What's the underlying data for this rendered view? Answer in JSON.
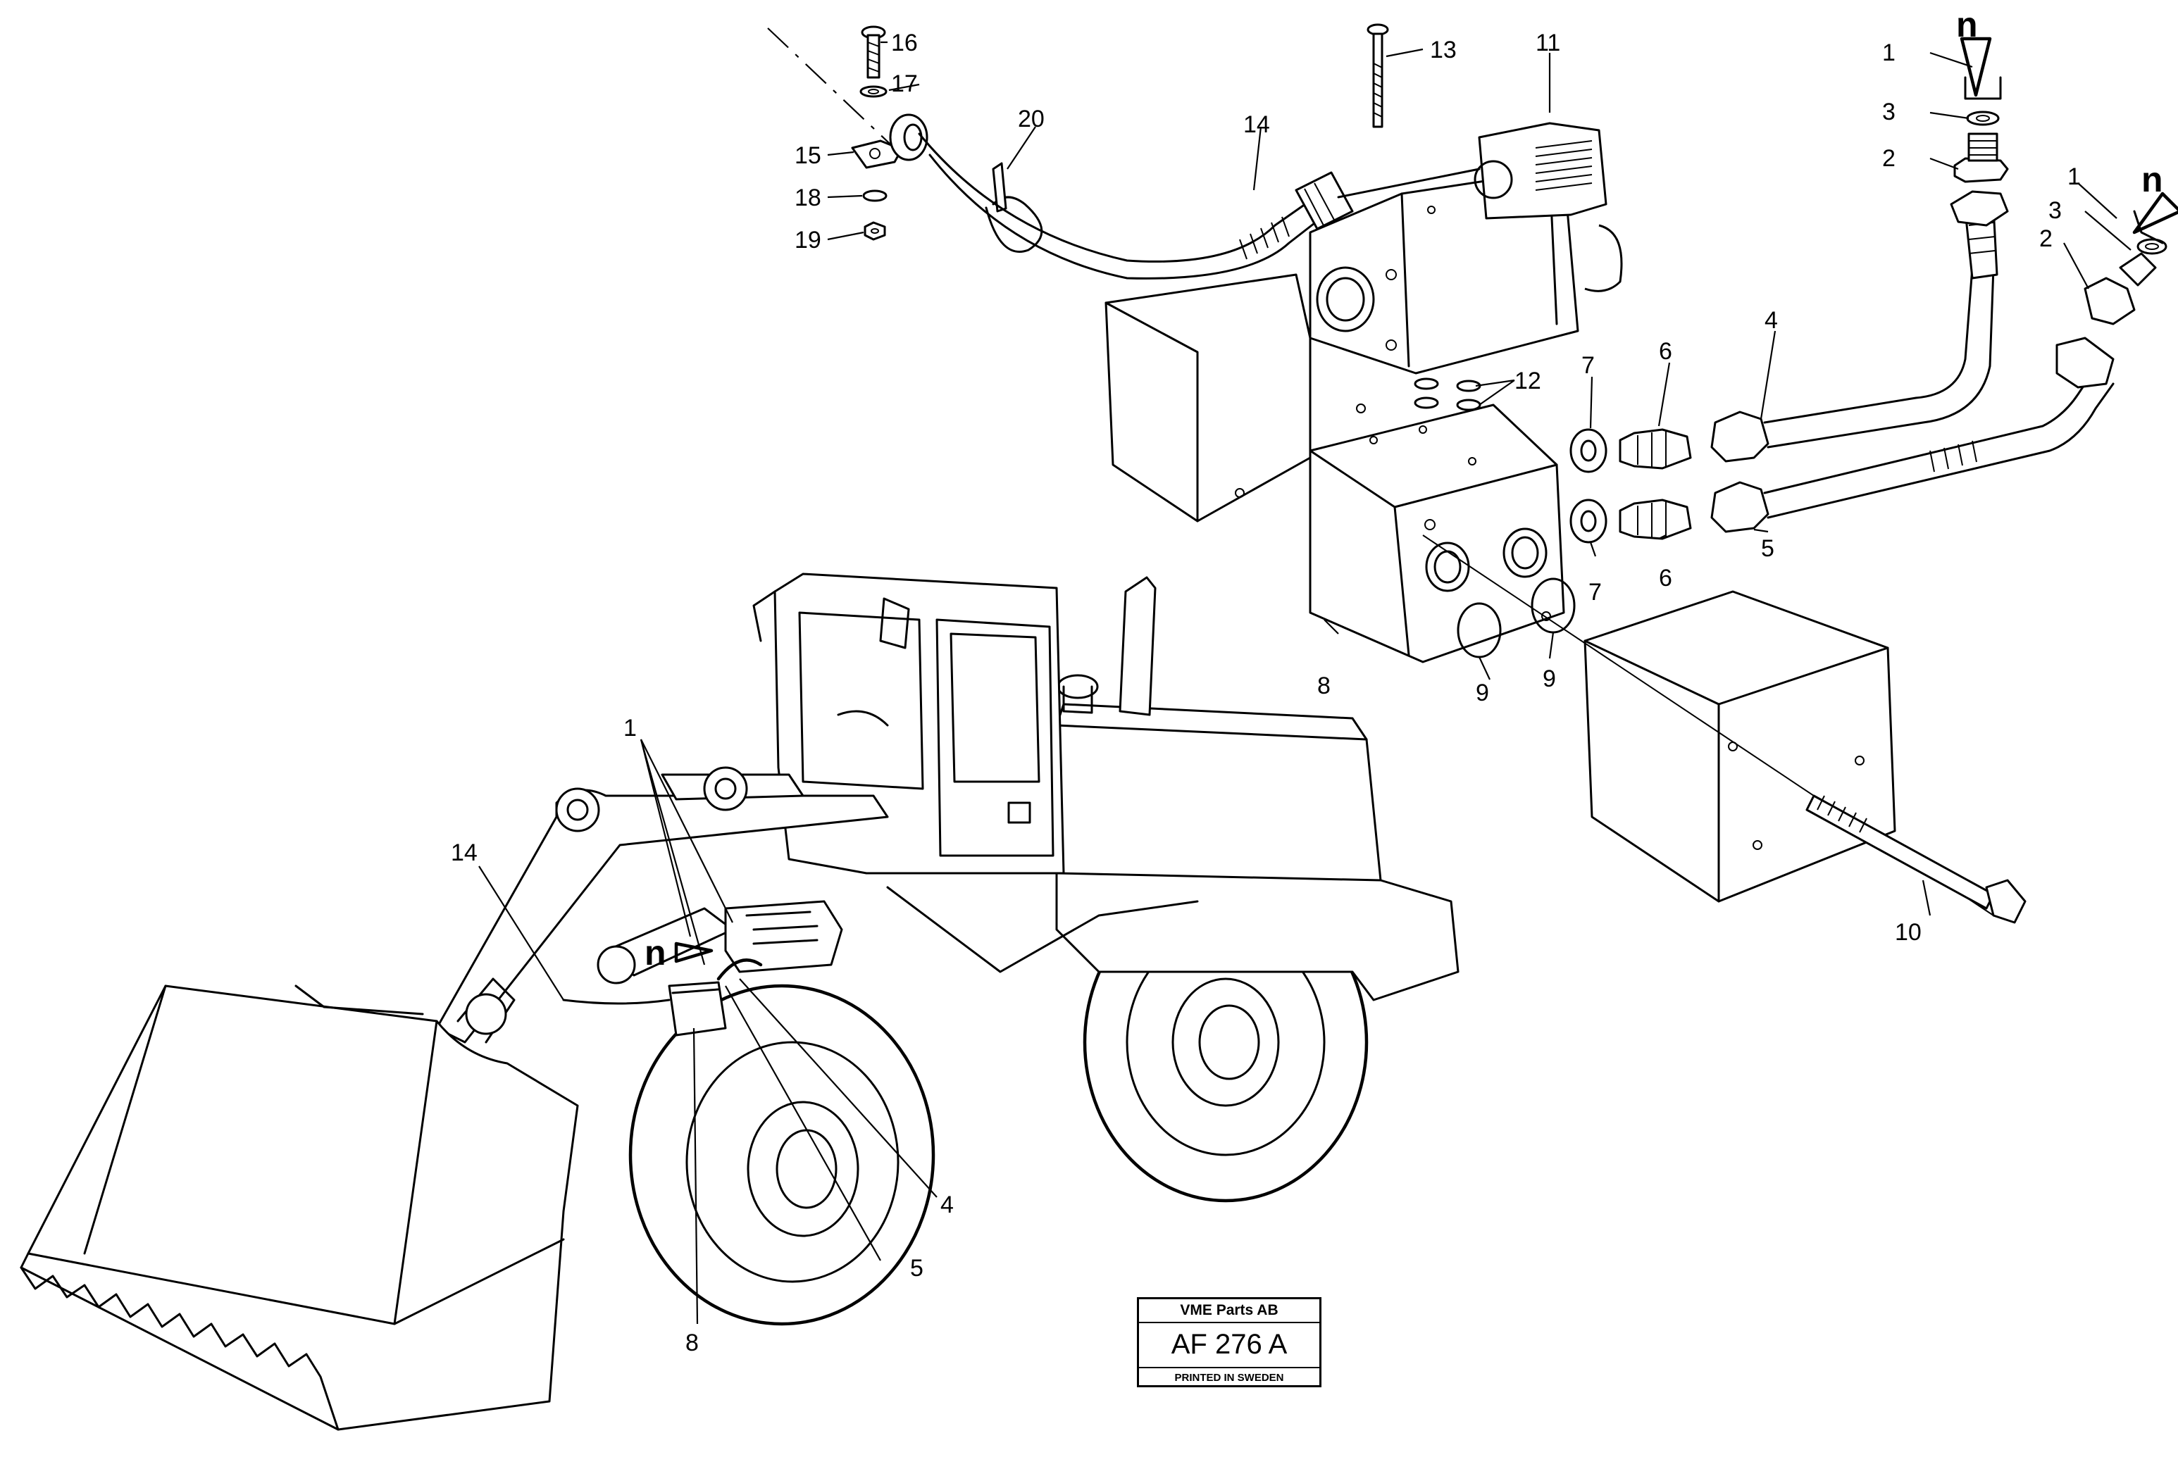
{
  "callouts": {
    "c1a": "1",
    "c1b": "1",
    "c1c": "1",
    "c2a": "2",
    "c2b": "2",
    "c3a": "3",
    "c3b": "3",
    "c4a": "4",
    "c4b": "4",
    "c5a": "5",
    "c5b": "5",
    "c6a": "6",
    "c6b": "6",
    "c7a": "7",
    "c7b": "7",
    "c8a": "8",
    "c8b": "8",
    "c9a": "9",
    "c9b": "9",
    "c10": "10",
    "c11": "11",
    "c12": "12",
    "c13": "13",
    "c14a": "14",
    "c14b": "14",
    "c15": "15",
    "c16": "16",
    "c17": "17",
    "c18": "18",
    "c19": "19",
    "c20": "20"
  },
  "view_markers": {
    "n1": "n",
    "n2": "n",
    "n3": "n"
  },
  "title_block": {
    "company": "VME Parts AB",
    "code": "AF 276 A",
    "printed": "PRINTED IN SWEDEN"
  }
}
